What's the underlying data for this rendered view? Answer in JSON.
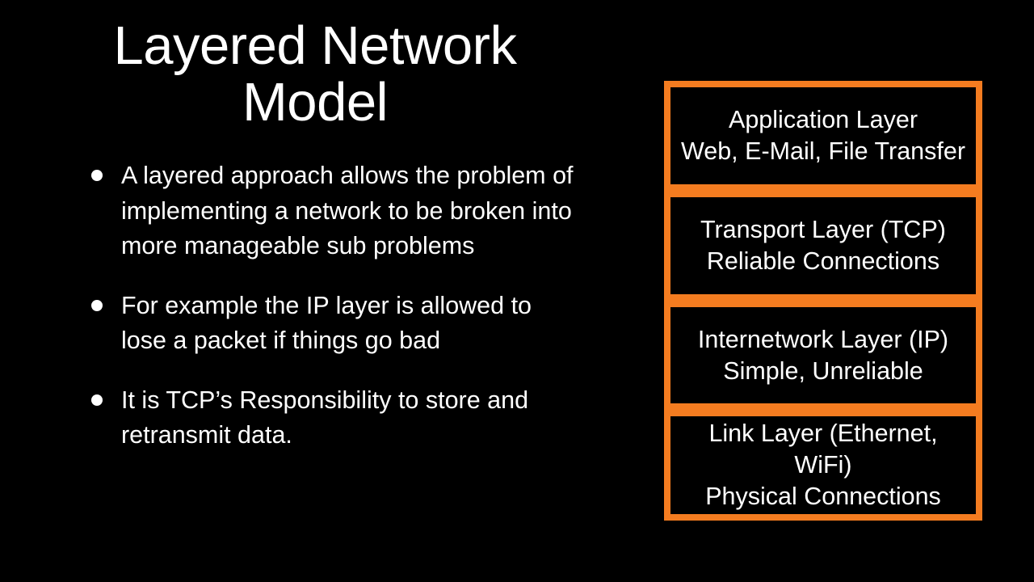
{
  "slide": {
    "background_color": "#000000",
    "text_color": "#ffffff",
    "accent_color": "#F47C20",
    "title": "Layered Network Model"
  },
  "bullets": [
    {
      "marker": "bullet-dot",
      "text": "A layered approach allows the problem of implementing a network to be broken into more manageable sub problems"
    },
    {
      "marker": "bullet-dot",
      "text": "For example the IP layer is allowed to lose a packet if things go bad"
    },
    {
      "marker": "bullet-dot",
      "text": "It is TCP’s Responsibility to store and retransmit data."
    }
  ],
  "layer_stack": {
    "layers": [
      {
        "name": "Application Layer",
        "detail": "Web, E-Mail, File Transfer"
      },
      {
        "name": "Transport Layer (TCP)",
        "detail": "Reliable Connections"
      },
      {
        "name": "Internetwork Layer (IP)",
        "detail": "Simple, Unreliable"
      },
      {
        "name": "Link Layer (Ethernet, WiFi)",
        "detail": "Physical Connections"
      }
    ]
  }
}
